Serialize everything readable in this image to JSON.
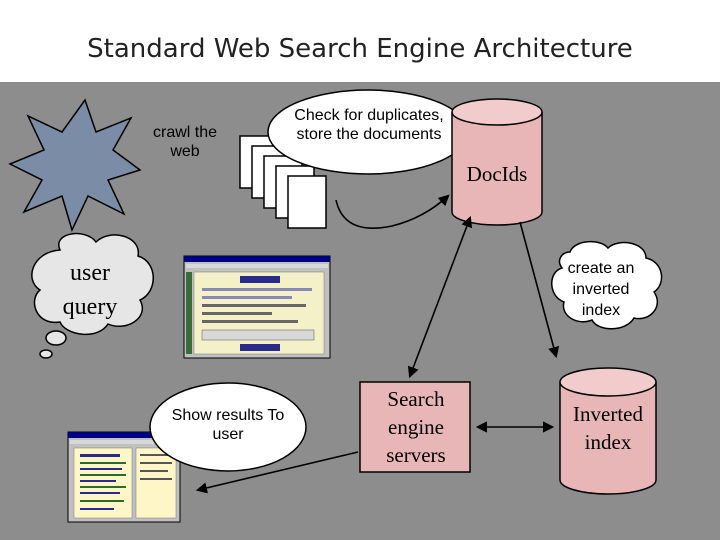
{
  "title": "Standard Web Search Engine Architecture",
  "labels": {
    "crawl": "crawl the web",
    "check": "Check for duplicates, store the documents",
    "docids": "DocIds",
    "user_query": "user query",
    "create_index": "create an inverted index",
    "show_results": "Show results To user",
    "search_servers": "Search engine servers",
    "inverted_index": "Inverted index"
  },
  "colors": {
    "panel": "#8d8d8d",
    "cylinder": "#e8b6b6",
    "starburst": "#7a8ca6",
    "bubble": "#e6e6e6",
    "search_box": "#e8b6b6"
  }
}
